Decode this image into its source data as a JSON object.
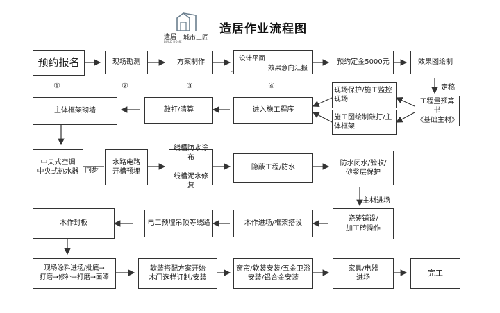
{
  "title": "造居作业流程图",
  "logo": {
    "brand": "造居",
    "brand_small": "BUILD HOME",
    "tagline": "城市工匠"
  },
  "steps": {
    "s1": "预约报名",
    "s2": "现场勘测",
    "s3": "方案制作",
    "s4a": "设计平面",
    "s4b": "效果意向汇报",
    "s5": "预约定金5000元",
    "s6": "效果图绘制",
    "s7": "工程量预算书\n《基础主材》",
    "s8": "现场保护/施工监控现场",
    "s9": "施工图绘制敲打/主体框架",
    "s10": "进入施工程序",
    "s11": "敲打/清算",
    "s12": "主体框架砌墙",
    "s13": "中央式空调\n中央式热水器",
    "s14": "水路电路\n开槽预埋",
    "s15": "线槽防水涂布\n\n线槽泥水修复",
    "s16": "隐蔽工程/防水",
    "s17": "防水闭水/验收/\n砂浆层保护",
    "s18": "瓷砖铺设/\n加工砖操作",
    "s19": "木作进场/框架搭设",
    "s20": "电工预埋吊顶等线路",
    "s21": "木作封板",
    "s22": "现场涂料进场/批底→\n打磨→修补→打磨→面漆",
    "s23": "软装搭配方案开始\n木门选样订制/安装",
    "s24": "窗帘/软装安装/五金卫浴\n安装/铝合金安装",
    "s25": "家具/电器\n进场",
    "s26": "完工"
  },
  "numbers": [
    "①",
    "②",
    "③",
    "④"
  ],
  "labels": {
    "dinggao": "定稿",
    "tongbu": "同步",
    "zhucai": "主材进场"
  }
}
